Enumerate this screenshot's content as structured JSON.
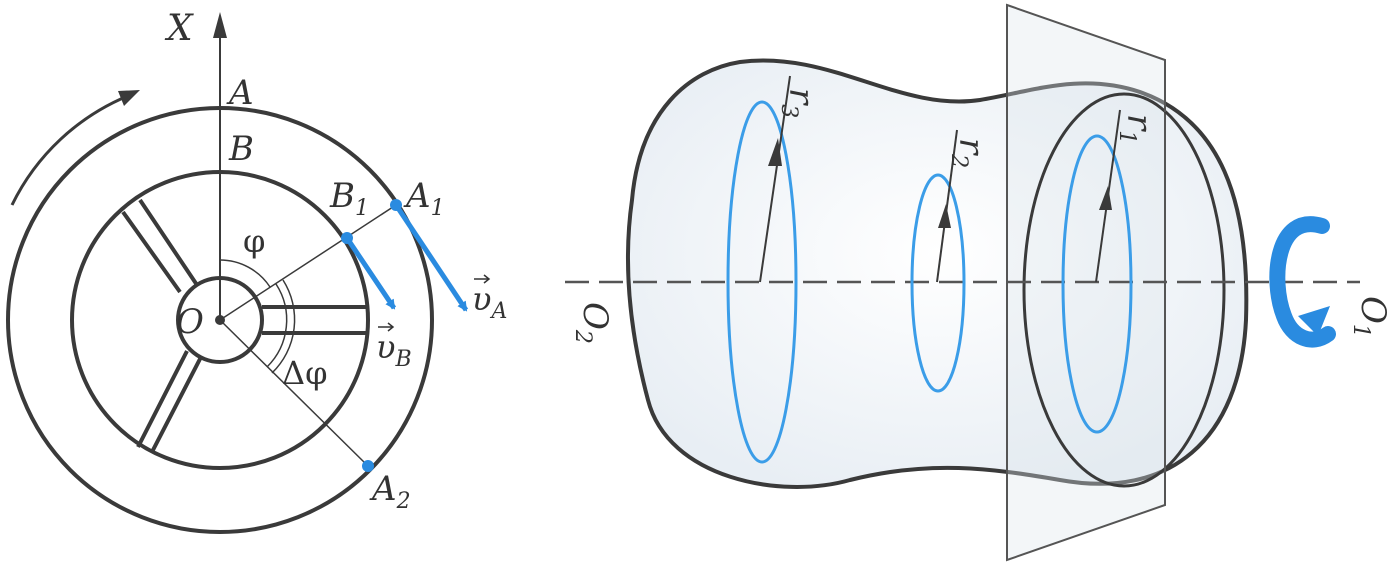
{
  "left": {
    "axis_x": "X",
    "point_a": "A",
    "point_b": "B",
    "point_b1": "B",
    "point_b1_sub": "1",
    "point_a1": "A",
    "point_a1_sub": "1",
    "point_a2": "A",
    "point_a2_sub": "2",
    "center_o": "O",
    "angle_phi": "φ",
    "angle_dphi": "Δφ",
    "vel_a": "υ",
    "vel_a_sub": "A",
    "vel_b": "υ",
    "vel_b_sub": "B"
  },
  "right": {
    "axis_o2": "O",
    "axis_o2_sub": "2",
    "axis_o1": "O",
    "axis_o1_sub": "1",
    "radius_r1": "r",
    "radius_r1_sub": "1",
    "radius_r2": "r",
    "radius_r2_sub": "2",
    "radius_r3": "r",
    "radius_r3_sub": "3"
  },
  "colors": {
    "accent_blue": "#2a8be0",
    "stroke": "#3a3a3a"
  }
}
